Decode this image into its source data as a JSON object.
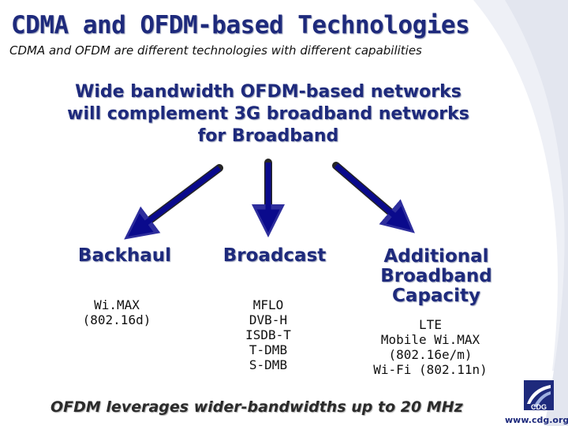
{
  "slide": {
    "title": "CDMA and OFDM-based Technologies",
    "subtitle": "CDMA and OFDM are different technologies with different capabilities",
    "headline_lines": [
      "Wide bandwidth OFDM-based networks",
      "will complement 3G broadband networks",
      "for Broadband"
    ],
    "columns": [
      {
        "heading_lines": [
          "Backhaul"
        ],
        "items": [
          "Wi.MAX",
          "(802.16d)"
        ]
      },
      {
        "heading_lines": [
          "Broadcast"
        ],
        "items": [
          "MFLO",
          "DVB-H",
          "ISDB-T",
          "T-DMB",
          "S-DMB"
        ]
      },
      {
        "heading_lines": [
          "Additional",
          "Broadband",
          "Capacity"
        ],
        "items": [
          "LTE",
          "Mobile Wi.MAX",
          "(802.16e/m)",
          "Wi-Fi (802.11n)"
        ]
      }
    ],
    "footer": "OFDM leverages wider-bandwidths up to 20 MHz",
    "logo": {
      "text": "CDG",
      "url": "www.cdg.org"
    }
  },
  "colors": {
    "title": "#1e2a7c",
    "arrow": "#0a0a8c",
    "swoosh": "#e3e6ef"
  },
  "icons": [
    "arrow-down-left-icon",
    "arrow-down-icon",
    "arrow-down-right-icon",
    "cdg-logo-icon"
  ]
}
